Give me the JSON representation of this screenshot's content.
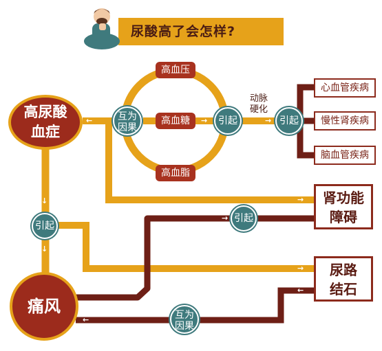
{
  "title": "尿酸高了会怎样?",
  "nodes": {
    "hyperuricemia": [
      "高尿酸",
      "血症"
    ],
    "gout": "痛风",
    "high_bp": "高血压",
    "high_sugar": "高血糖",
    "high_lipid": "高血脂",
    "arteriosclerosis": [
      "动脉",
      "硬化"
    ],
    "cardio": "心血管疾病",
    "kidney_chronic": "慢性肾疾病",
    "cerebro": "脑血管疾病",
    "renal_dysfunction": [
      "肾功能",
      "障碍"
    ],
    "urinary_stone": [
      "尿路",
      "结石"
    ]
  },
  "hubs": {
    "mutual_cause_top": [
      "互为",
      "因果"
    ],
    "cause_middle": "引起",
    "cause_right": "引起",
    "cause_left": "引起",
    "cause_kidney": "引起",
    "mutual_cause_bottom": [
      "互为",
      "因果"
    ]
  },
  "colors": {
    "gold": "#e6a21a",
    "dark_red": "#6e1f16",
    "node_red": "#9c2b1c",
    "teal": "#3f7a7d"
  }
}
